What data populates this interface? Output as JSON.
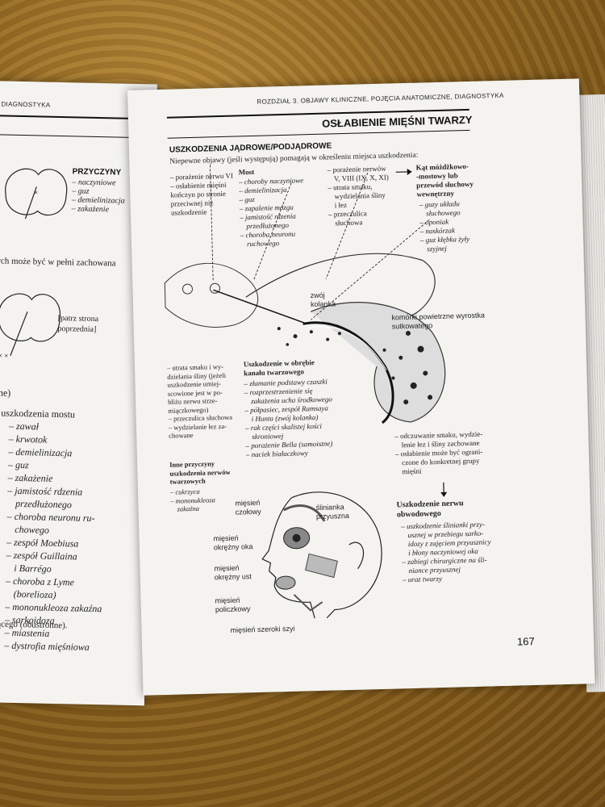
{
  "left_page": {
    "header": "DIAGNOSTYKA",
    "przyczyny_title": "PRZYCZYNY",
    "przyczyny_items": [
      "– naczyniowe",
      "– guz",
      "– demielinizacja",
      "– zakażenie"
    ],
    "note_line": "rch może być w pełni zachowana",
    "patrz": "[patrz strona poprzednia]",
    "zone": "one)",
    "list_head": "uszkodzenia mostu",
    "list_items": [
      "– zawał",
      "– krwotok",
      "– demielinizacja",
      "– guz",
      "– zakażenie",
      "– jamistość rdzenia",
      "przedłużonego",
      "– choroba neuronu ru-",
      "chowego",
      "– zespół Moebiusa",
      "– zespół Guillaina",
      "i Barrégo",
      "– choroba z Lyme",
      "(borelioza)",
      "– mononukleoza zakaźna",
      "– sarkoidoza",
      "– miastenia",
      "– dystrofia mięśniowa"
    ],
    "footer_line": "dzącego (obustronne)."
  },
  "right_page": {
    "header": "ROZDZIAŁ 3. OBJAWY KLINICZNE, POJĘCIA ANATOMICZNE, DIAGNOSTYKA",
    "title": "OSŁABIENIE MIĘŚNI TWARZY",
    "jadrowe_title": "USZKODZENIA JĄDROWE/PODJĄDROWE",
    "jadrowe_sub": "Niepewne objawy (jeśli występują) pomagają w określeniu miejsca uszkodzenia:",
    "col1": [
      "– porażenie nerwu VI",
      "– osłabienie mięśni",
      "kończyn po stronie",
      "przeciwnej niż",
      "uszkodzenie"
    ],
    "most_title": "Most",
    "most_items": [
      "– choroby naczyniowe",
      "– demielinizacja",
      "– guz",
      "– zapalenie mózgu",
      "– jamistość rdzenia",
      "przedłużonego",
      "– choroba neuronu",
      "ruchowego"
    ],
    "col3": [
      "– porażenie nerwów",
      "V, VIII (IX, X, XI)",
      "– utrata smaku,",
      "wydzielania śliny",
      "i łez",
      "– przeczulica",
      "słuchowa"
    ],
    "kat_title": [
      "Kąt móżdżkowo-",
      "-mostowy lub",
      "przewód słuchowy",
      "wewnętrzny"
    ],
    "kat_items": [
      "– guzy układu",
      "słuchowego",
      "– oponiak",
      "– naskórzak",
      "– guz kłębka żyły",
      "szyjnej"
    ],
    "label_zwoj": "zwój kolanka",
    "label_komorki": "komórki powietrzne wyrostka sutkowatego",
    "left_small": [
      "– utrata smaku i wy-",
      "dzielania śliny (jeżeli",
      "uszkodzenie umiej-",
      "scowione jest w po-",
      "bliżu nerwu strze-",
      "miączkowego)",
      "– przeczulica słuchowa",
      "– wydzielanie łez za-",
      "chowane"
    ],
    "kanal_title": [
      "Uszkodzenie w obrębie",
      "kanału twarzowego"
    ],
    "kanal_items": [
      "– złamanie podstawy czaszki",
      "– rozprzestrzenienie się",
      "zakażenia ucha środkowego",
      "– półpasiec, zespół Ramsaya",
      "i Hunta (zwój kolanka)",
      "– rak części skalistej kości",
      "skroniowej",
      "– porażenie Bella (samoistne)",
      "– naciek białaczkowy"
    ],
    "inne_title": [
      "Inne przyczyny",
      "uszkodzenia nerwów",
      "twarzowych"
    ],
    "inne_items": [
      "– cukrzyca",
      "– mononukleoza",
      "zakaźna"
    ],
    "right_mid": [
      "– odczuwanie smaku, wydzie-",
      "lenie łez i śliny zachowane",
      "– osłabienie może być ograni-",
      "czone do konkretnej grupy",
      "mięśni"
    ],
    "obwodowe_title": [
      "Uszkodzenie nerwu",
      "obwodowego"
    ],
    "obwodowe_items": [
      "– uszkodzenie ślinianki przy-",
      "usznej w przebiegu sarko-",
      "idozy z zajęciem przyusznicy",
      "i błony naczyniowej oka",
      "– zabiegi chirurgiczne na śli-",
      "niance przyusznej",
      "– uraz twarzy"
    ],
    "face_labels": {
      "czolowy": "mięsień czołowy",
      "slinianka": "ślinianka przyuszna",
      "okrezny_oka": "mięsień okrężny oka",
      "okrezny_ust": "mięsień okrężny ust",
      "policzkowy": "mięsień policzkowy",
      "szyi": "mięsień szeroki szyi"
    },
    "page_number": "167"
  }
}
